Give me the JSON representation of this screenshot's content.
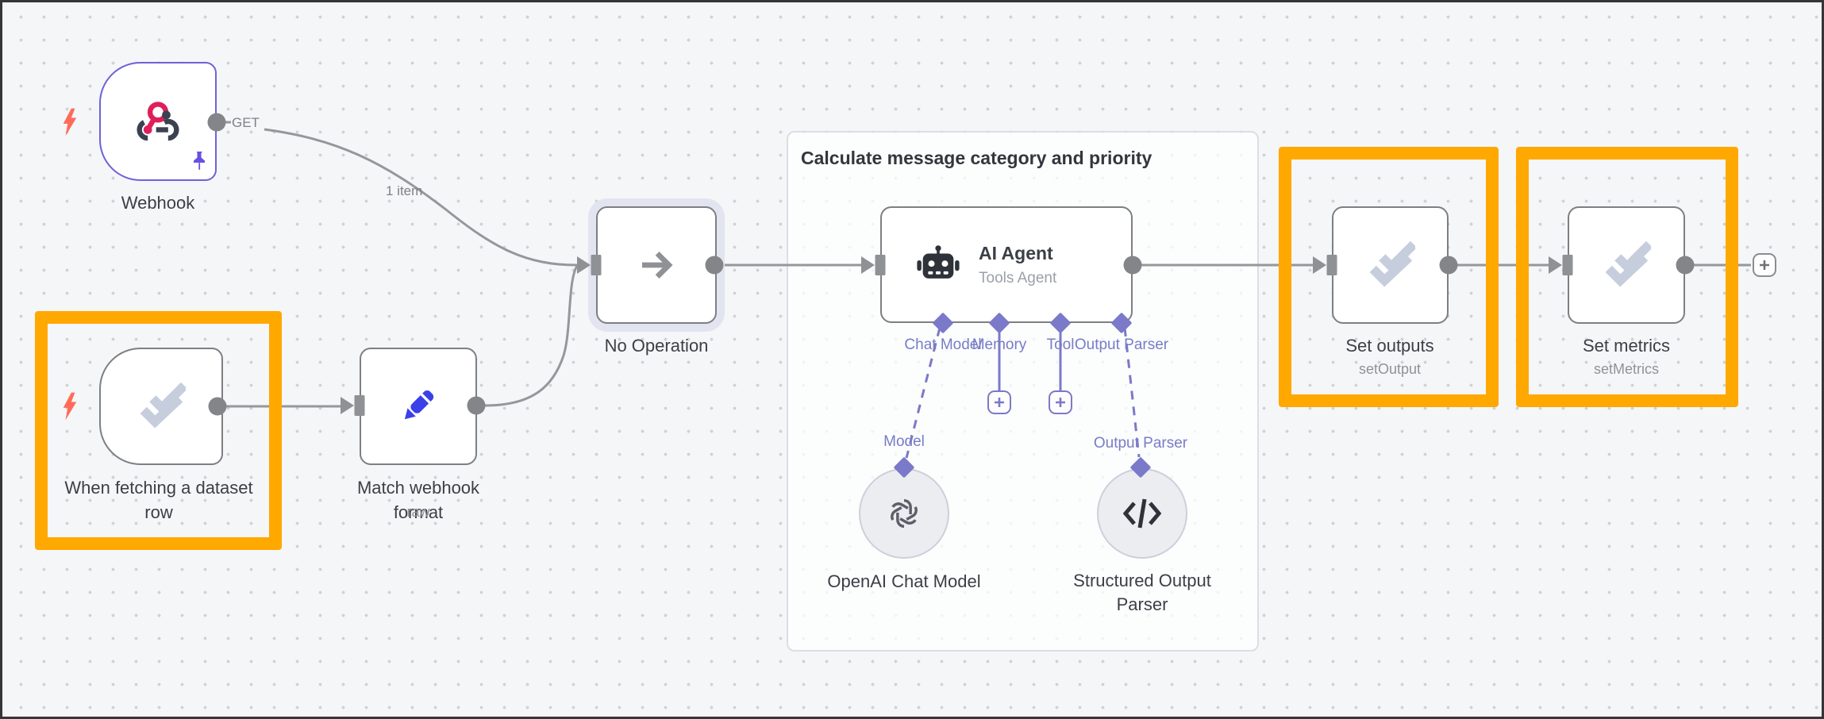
{
  "canvas": {
    "background_color": "#f5f6f8",
    "highlight_color": "#ffa800",
    "wire_color": "#95979b",
    "port_purple": "#7b79c9"
  },
  "group": {
    "title": "Calculate message category and priority"
  },
  "edges": {
    "webhook_method": "GET",
    "webhook_item_count": "1 item"
  },
  "nodes": {
    "webhook": {
      "label": "Webhook"
    },
    "when_fetching": {
      "label": "When fetching a dataset row"
    },
    "match_format": {
      "label": "Match webhook format",
      "subtitle": "raw"
    },
    "noop": {
      "label": "No Operation"
    },
    "ai_agent": {
      "title": "AI Agent",
      "subtitle": "Tools Agent",
      "ports": [
        "Chat Model",
        "Memory",
        "Tool",
        "Output Parser"
      ]
    },
    "openai": {
      "label": "OpenAI Chat Model",
      "port_label": "Model"
    },
    "parser": {
      "label": "Structured Output Parser",
      "port_label": "Output Parser"
    },
    "set_outputs": {
      "label": "Set outputs",
      "subtitle": "setOutput"
    },
    "set_metrics": {
      "label": "Set metrics",
      "subtitle": "setMetrics"
    }
  }
}
